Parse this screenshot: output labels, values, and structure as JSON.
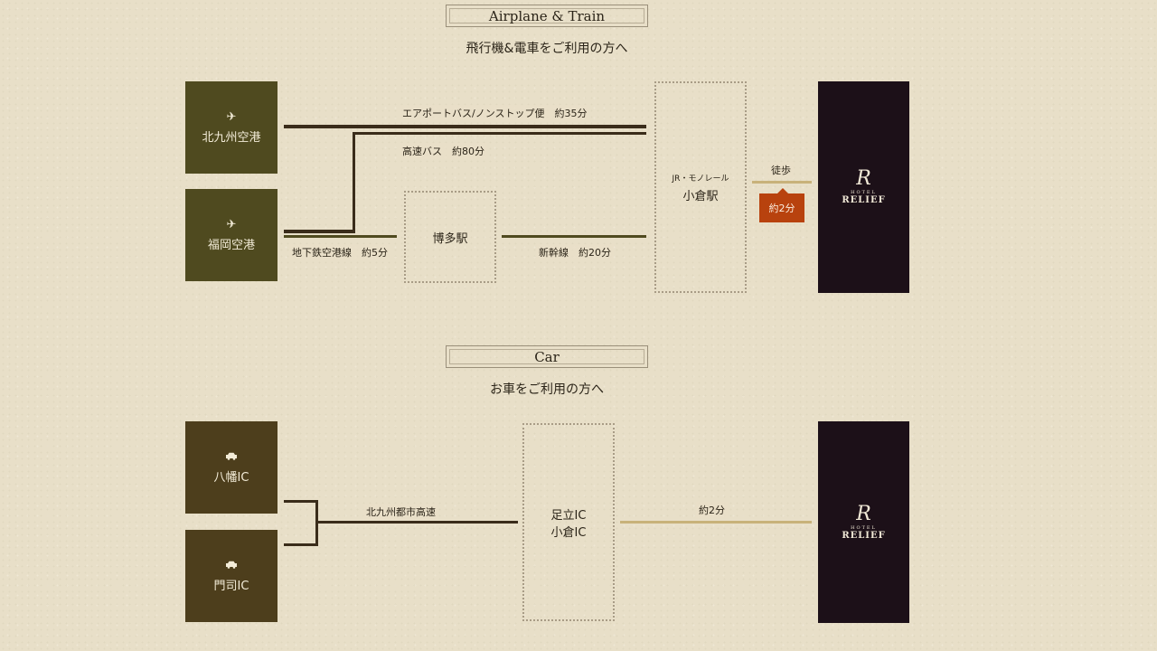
{
  "airplane_section": {
    "title": "Airplane & Train",
    "subtitle": "飛行機&電車をご利用の方へ",
    "origins": [
      {
        "label": "北九州空港",
        "icon": "airplane-icon"
      },
      {
        "label": "福岡空港",
        "icon": "airplane-icon"
      }
    ],
    "routes": {
      "airport_bus": "エアポートバス/ノンストップ便　約35分",
      "highway_bus": "高速バス　約80分",
      "subway": "地下鉄空港線　約5分",
      "shinkansen": "新幹線　約20分",
      "walk": "徒歩",
      "walk_time": "約2分"
    },
    "hakata": "博多駅",
    "kokura_line": "JR・モノレール",
    "kokura_station": "小倉駅"
  },
  "car_section": {
    "title": "Car",
    "subtitle": "お車をご利用の方へ",
    "origins": [
      {
        "label": "八幡IC",
        "icon": "car-icon"
      },
      {
        "label": "門司IC",
        "icon": "car-icon"
      }
    ],
    "expressway": "北九州都市高速",
    "ic_1": "足立IC",
    "ic_2": "小倉IC",
    "drive_time": "約2分"
  },
  "hotel": {
    "logo_letter": "R",
    "logo_small": "HOTEL",
    "logo_main": "RELIEF"
  },
  "colors": {
    "background": "#e8dfc8",
    "origin_box": "#4f4a1f",
    "hotel_box": "#1c1018",
    "accent_badge": "#b8420e",
    "line_dark": "#3a2c1a",
    "line_gold": "#c8b27a"
  }
}
